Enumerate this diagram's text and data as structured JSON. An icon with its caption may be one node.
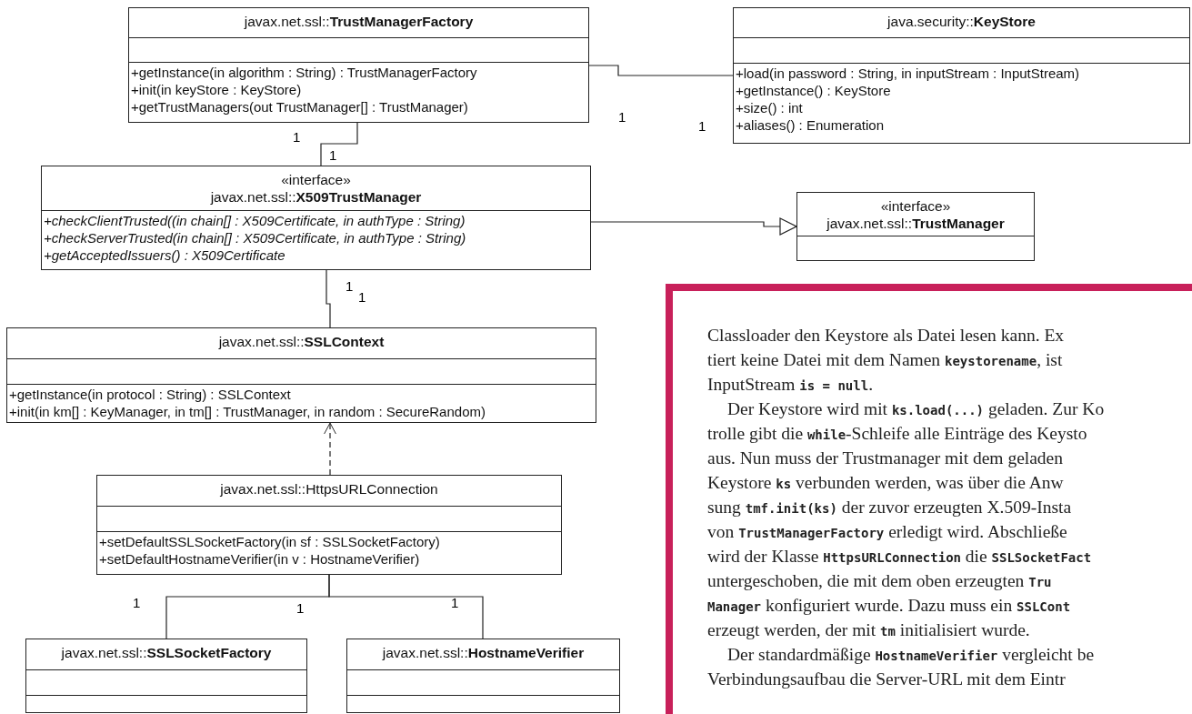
{
  "diagram": {
    "nodes": [
      {
        "text": [
          "javax.net.ssl::**TrustManagerFactory**",
          "+getInstance(in algorithm : String) : TrustManagerFactory",
          "+init(in keyStore : KeyStore)",
          "+getTrustManagers(out TrustManager[] : TrustManager)"
        ]
      },
      {
        "text": [
          "java.security::**KeyStore**",
          "+load(in password : String, in inputStream : InputStream)",
          "+getInstance() : KeyStore",
          "+size() : int",
          "+aliases() : Enumeration"
        ]
      },
      {
        "text": [
          "«interface»",
          "javax.net.ssl::**X509TrustManager**",
          "+checkClientTrusted((in chain[] : X509Certificate, in authType : String)",
          "+checkServerTrusted(in chain[] : X509Certificate, in authType : String)",
          "+getAcceptedIssuers() : X509Certificate"
        ]
      },
      {
        "text": [
          "«interface»",
          "javax.net.ssl::**TrustManager**"
        ]
      },
      {
        "text": [
          "javax.net.ssl::**SSLContext**",
          "+getInstance(in protocol : String) : SSLContext",
          "+init(in km[] : KeyManager, in tm[] : TrustManager, in random : SecureRandom)"
        ]
      },
      {
        "text": [
          "javax.net.ssl::HttpsURLConnection",
          "+setDefaultSSLSocketFactory(in sf : SSLSocketFactory)",
          "+setDefaultHostnameVerifier(in v : HostnameVerifier)"
        ]
      },
      {
        "text": [
          "javax.net.ssl::**SSLSocketFactory**"
        ]
      },
      {
        "text": [
          "javax.net.ssl::**HostnameVerifier**"
        ]
      },
      {
        "text": [
          "Classloader den Keystore als Datei lesen kann. Ex",
          "tiert keine Datei mit dem Namen **keystorename**, ist",
          "InputStream **is = null**.",
          "Der Keystore wird mit **ks.load(...)** geladen. Zur Ko",
          "trolle gibt die **while**-Schleife alle Einträge des Keysto",
          "aus. Nun muss der Trustmanager mit dem geladen",
          "Keystore **ks** verbunden werden, was über die Anw",
          "sung **tmf.init(ks)** der zuvor erzeugten X.509-Insta",
          "von **TrustManagerFactory** erledigt wird. Abschließe",
          "wird der Klasse **HttpsURLConnection** die **SSLSocketFact**",
          "untergeschoben, die mit dem oben erzeugten **Tru**",
          "**Manager** konfiguriert wurde. Dazu muss ein **SSLCont**",
          "erzeugt werden, der mit **tm** initialisiert wurde.",
          "Der standardmäßige **HostnameVerifier** vergleicht be",
          "Verbindungsaufbau die Server-URL mit dem Eintr"
        ]
      }
    ],
    "edges": [
      {
        "from": 0,
        "to": 1,
        "arrow": "none"
      },
      {
        "from": 0,
        "to": 2,
        "arrow": "none"
      },
      {
        "from": 2,
        "to": 3,
        "arrow": "to"
      },
      {
        "from": 2,
        "to": 4,
        "arrow": "none"
      },
      {
        "from": 5,
        "to": 4,
        "arrow": "to",
        "style": "dashed"
      },
      {
        "from": 5,
        "to": 6,
        "arrow": "none"
      },
      {
        "from": 5,
        "to": 7,
        "arrow": "none"
      }
    ],
    "labels": [
      "1",
      "1",
      "1",
      "1",
      "1",
      "1",
      "1",
      "1",
      "1"
    ]
  }
}
